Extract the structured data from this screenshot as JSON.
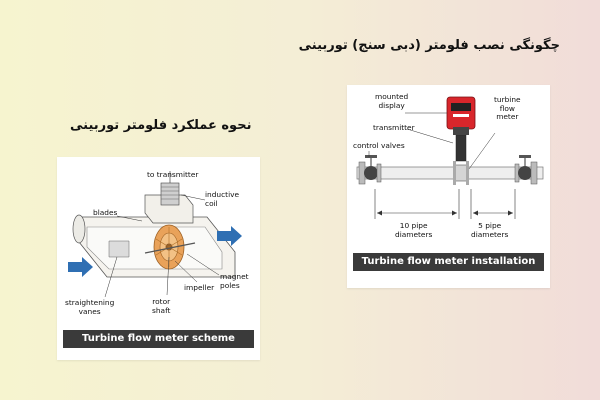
{
  "headings": {
    "installation_fa": "چگونگی نصب فلومتر (دبی سنج) توربینی",
    "operation_fa": "نحوه عملکرد فلومتر توربینی"
  },
  "scheme": {
    "caption": "Turbine flow meter scheme",
    "labels": {
      "to_transmitter": "to transmitter",
      "blades": "blades",
      "inductive_coil": "inductive\ncoil",
      "magnet_poles": "magnet\npoles",
      "impeller": "impeller",
      "rotor_shaft": "rotor\nshaft",
      "straightening_vanes": "straightening\nvanes"
    }
  },
  "installation": {
    "caption": "Turbine flow meter installation",
    "labels": {
      "mounted_display": "mounted\ndisplay",
      "transmitter": "transmitter",
      "control_valves": "control valves",
      "turbine_flow_meter": "turbine\nflow\nmeter",
      "ten_pipe_diameters": "10 pipe\ndiameters",
      "five_pipe_diameters": "5 pipe\ndiameters"
    }
  },
  "colors": {
    "display_red": "#d8262b",
    "arrow_blue": "#2f6fb3",
    "impeller_orange": "#e9a25a",
    "caption_bg": "#3a3a3a"
  }
}
